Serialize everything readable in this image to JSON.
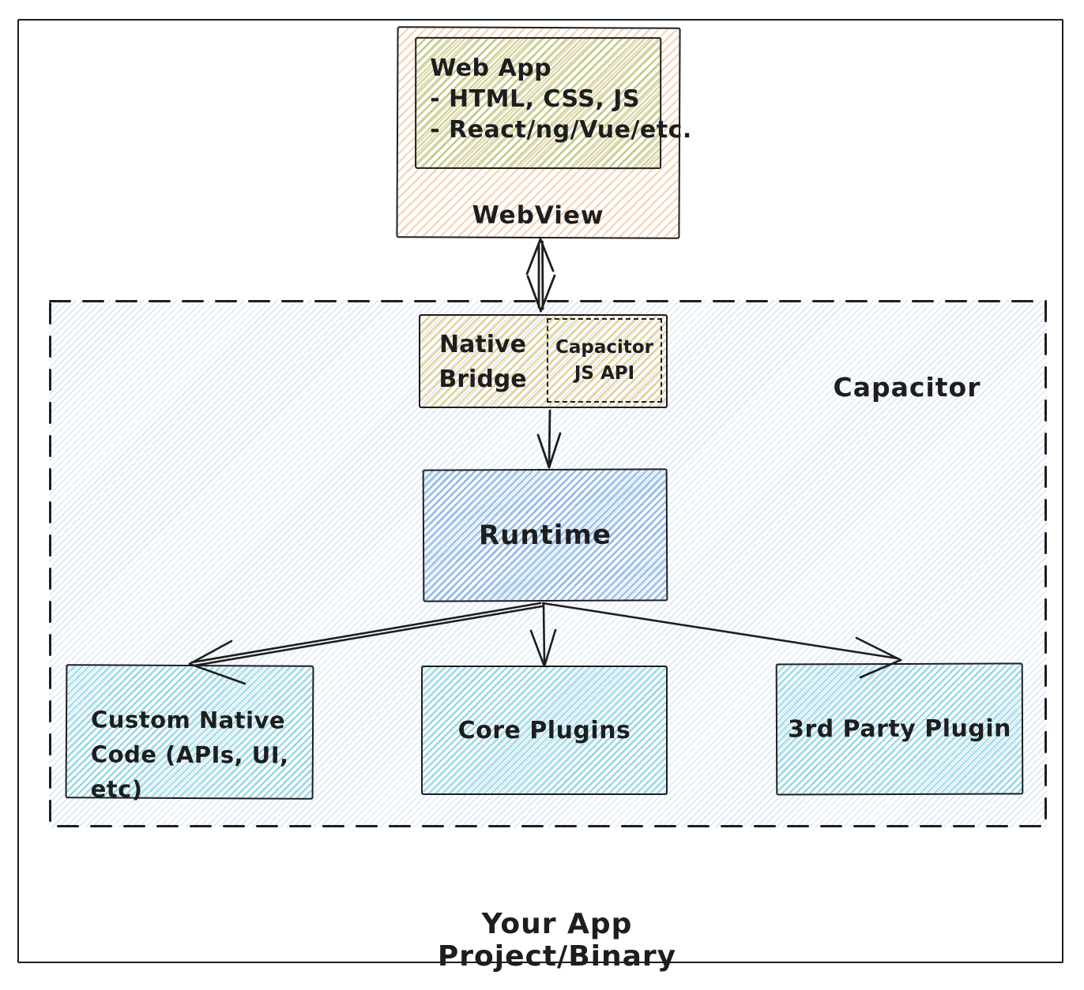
{
  "colors": {
    "stroke": "#1e1e1e",
    "webview_hatch": "#efa468",
    "webapp_hatch": "#9cc25e",
    "bridge_hatch": "#e0b74f",
    "container_hatch": "#9fc0e8",
    "runtime_hatch": "#5e9ade",
    "plugin_hatch": "#47c2d4"
  },
  "nodes": {
    "web_app": {
      "title": "Web App",
      "bullets": [
        "- HTML, CSS, JS",
        "- React/ng/Vue/etc."
      ]
    },
    "webview": {
      "label": "WebView"
    },
    "native_bridge": {
      "label": "Native Bridge"
    },
    "capacitor_js_api": {
      "label": "Capacitor JS API"
    },
    "runtime": {
      "label": "Runtime"
    },
    "custom_native_code": {
      "label": "Custom Native Code (APIs, UI, etc)"
    },
    "core_plugins": {
      "label": "Core Plugins"
    },
    "third_party_plugin": {
      "label": "3rd Party Plugin"
    }
  },
  "labels": {
    "capacitor": "Capacitor",
    "app_project": "Your App Project/Binary"
  }
}
